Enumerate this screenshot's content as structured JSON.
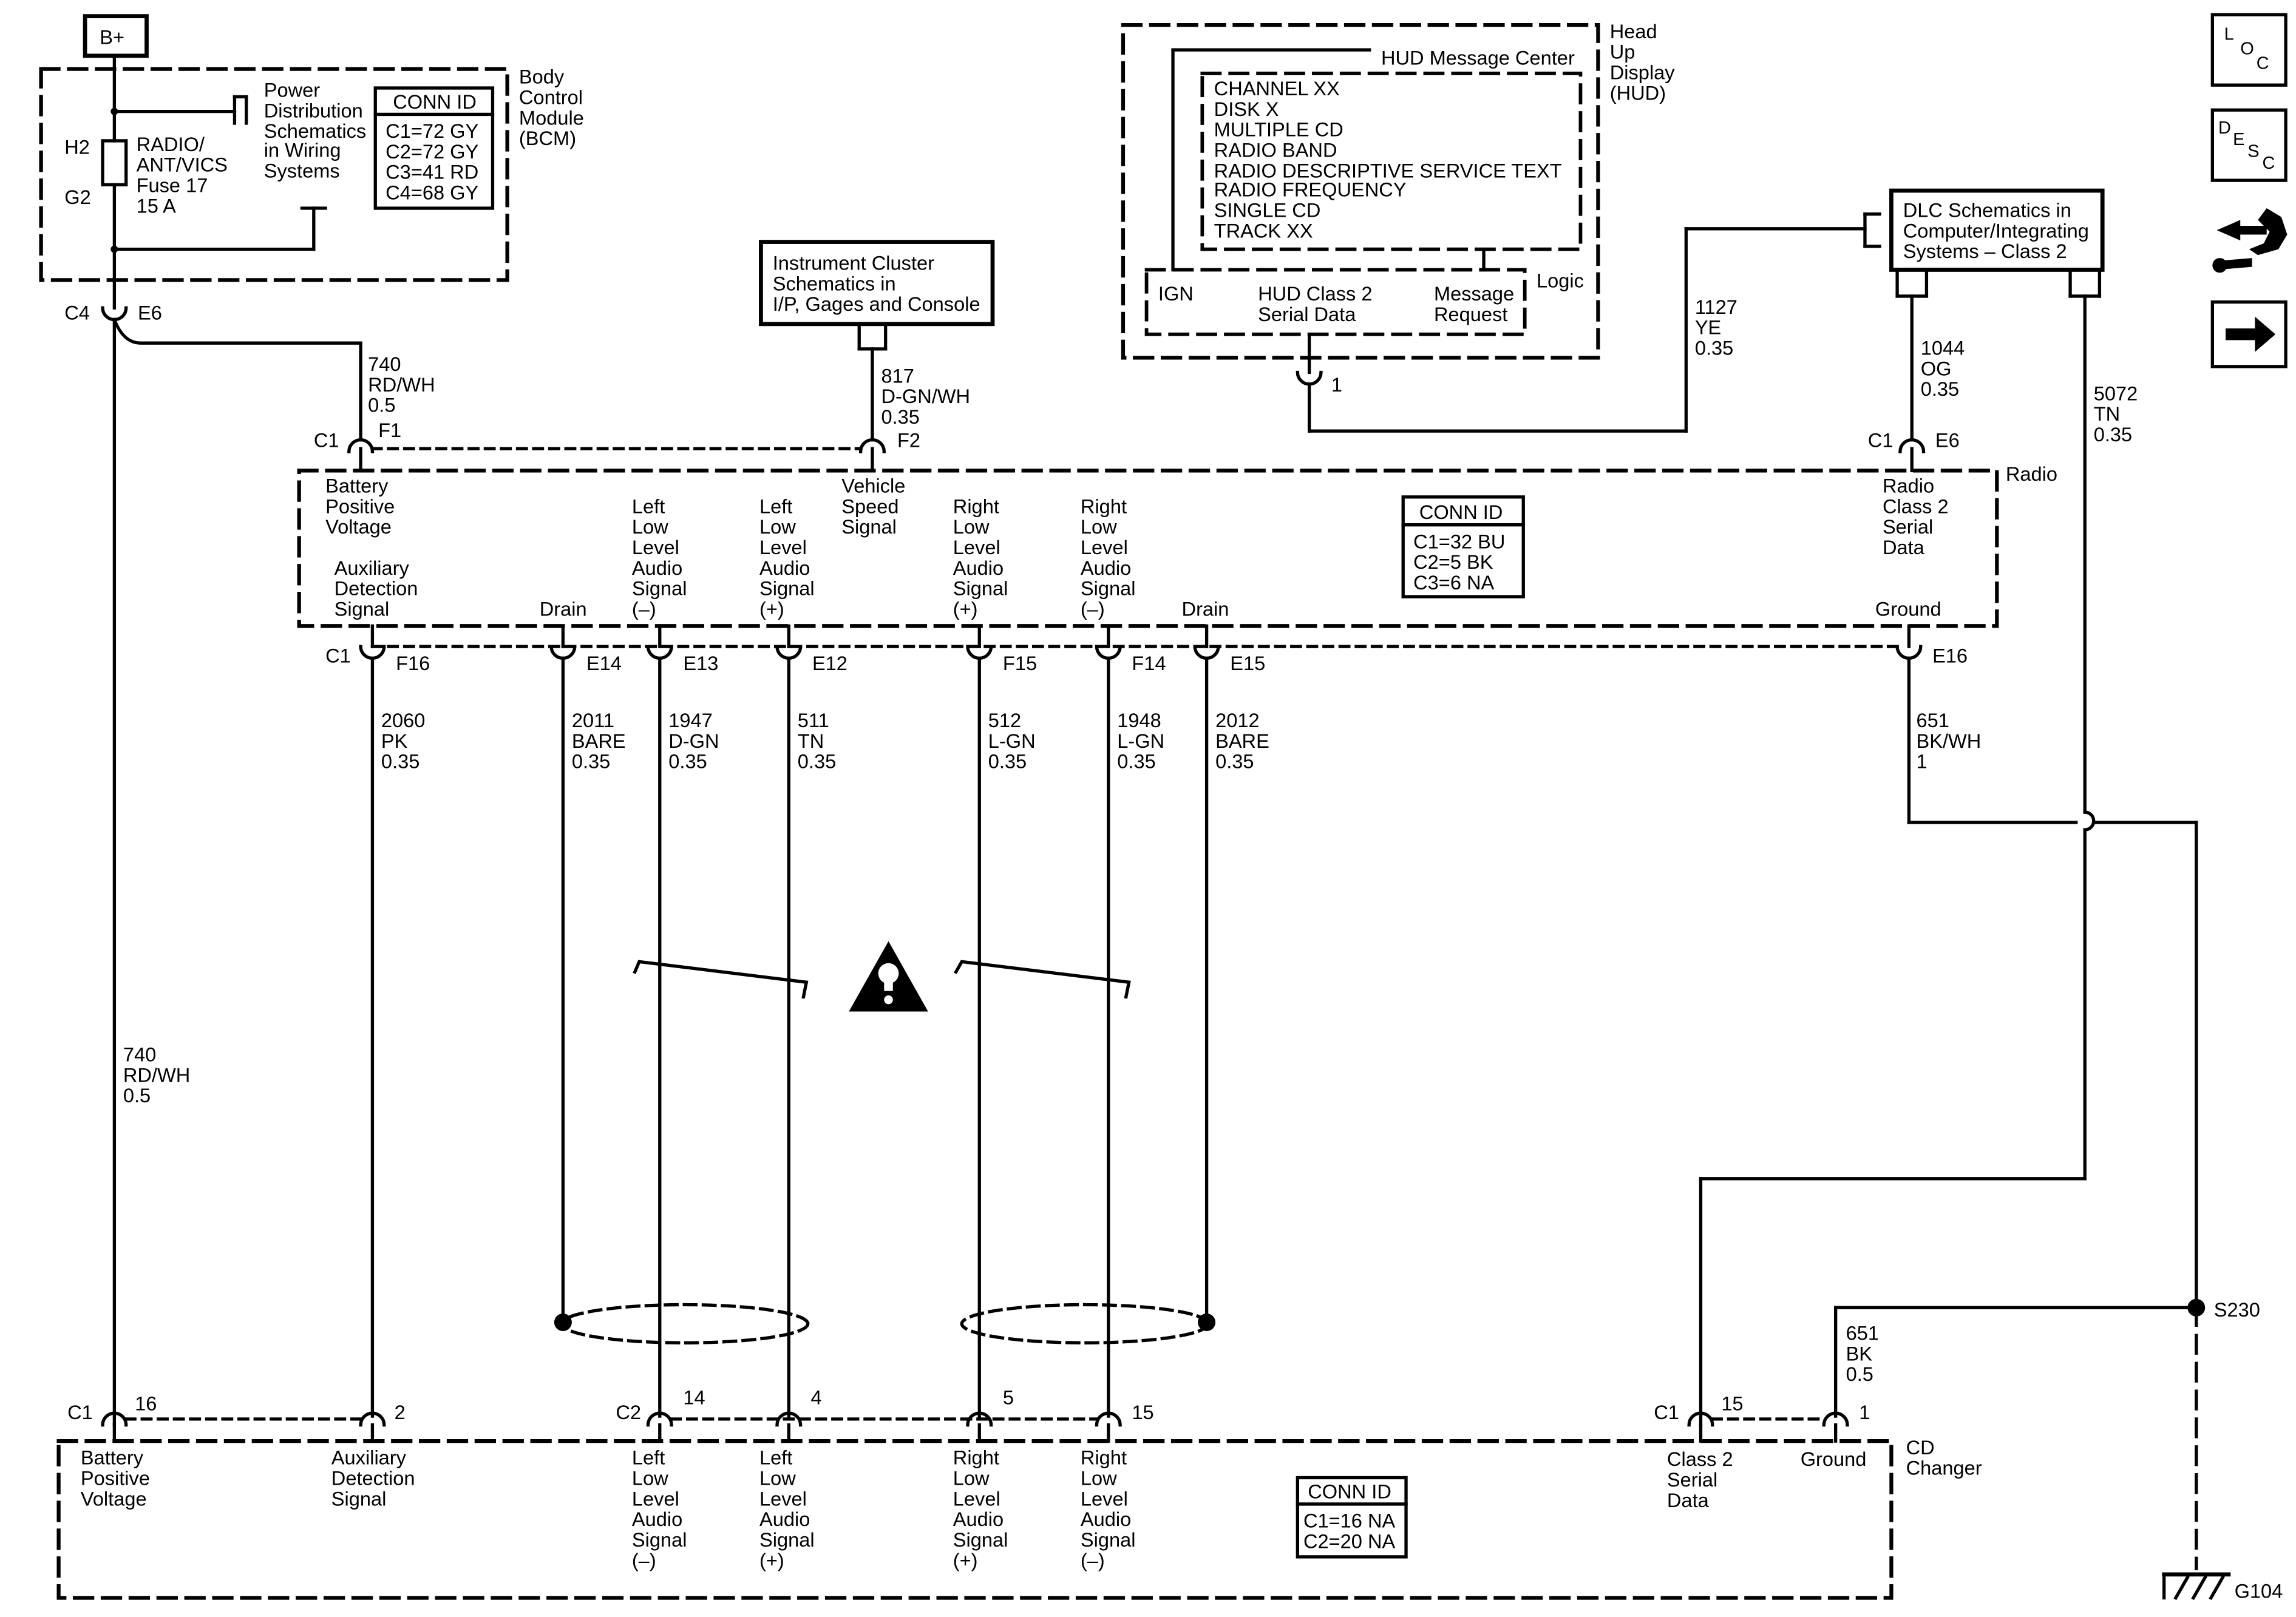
{
  "bplus": "B+",
  "bcm": {
    "title": [
      "Body",
      "Control",
      "Module",
      "(BCM)"
    ],
    "pds": [
      "Power",
      "Distribution",
      "Schematics",
      "in Wiring",
      "Systems"
    ],
    "conn_title": "CONN ID",
    "conn": [
      "C1=72 GY",
      "C2=72 GY",
      "C3=41 RD",
      "C4=68 GY"
    ],
    "fuse": [
      "RADIO/",
      "ANT/VICS",
      "Fuse 17",
      "15 A"
    ],
    "h2": "H2",
    "g2": "G2",
    "c4": "C4",
    "e6": "E6"
  },
  "instrument_cluster": [
    "Instrument Cluster",
    "Schematics in",
    "I/P, Gages and Console"
  ],
  "hud": {
    "title": [
      "Head",
      "Up",
      "Display",
      "(HUD)"
    ],
    "msg_center": "HUD Message Center",
    "messages": [
      "CHANNEL XX",
      "DISK X",
      "MULTIPLE CD",
      "RADIO BAND",
      "RADIO DESCRIPTIVE SERVICE TEXT",
      "RADIO FREQUENCY",
      "SINGLE CD",
      "TRACK XX"
    ],
    "logic": "Logic",
    "ign": "IGN",
    "class2": [
      "HUD Class 2",
      "Serial Data"
    ],
    "msg_req": [
      "Message",
      "Request"
    ],
    "pin": "1"
  },
  "dlc": [
    "DLC Schematics in",
    "Computer/Integrating",
    "Systems – Class 2"
  ],
  "wires_top": {
    "w740": [
      "740",
      "RD/WH",
      "0.5"
    ],
    "w817": [
      "817",
      "D-GN/WH",
      "0.35"
    ],
    "w1127": [
      "1127",
      "YE",
      "0.35"
    ],
    "w1044": [
      "1044",
      "OG",
      "0.35"
    ],
    "w5072": [
      "5072",
      "TN",
      "0.35"
    ]
  },
  "radio": {
    "title": "Radio",
    "c1": "C1",
    "f1": "F1",
    "f2": "F2",
    "c1b": "C1",
    "e6": "E6",
    "battery": [
      "Battery",
      "Positive",
      "Voltage"
    ],
    "aux": [
      "Auxiliary",
      "Detection",
      "Signal"
    ],
    "drain": "Drain",
    "ll_neg": [
      "Left",
      "Low",
      "Level",
      "Audio",
      "Signal",
      "(–)"
    ],
    "ll_pos": [
      "Left",
      "Low",
      "Level",
      "Audio",
      "Signal",
      "(+)"
    ],
    "vss": [
      "Vehicle",
      "Speed",
      "Signal"
    ],
    "rl_pos": [
      "Right",
      "Low",
      "Level",
      "Audio",
      "Signal",
      "(+)"
    ],
    "rl_neg": [
      "Right",
      "Low",
      "Level",
      "Audio",
      "Signal",
      "(–)"
    ],
    "drain2": "Drain",
    "class2": [
      "Radio",
      "Class 2",
      "Serial",
      "Data"
    ],
    "ground": "Ground",
    "conn_title": "CONN ID",
    "conn": [
      "C1=32 BU",
      "C2=5 BK",
      "C3=6 NA"
    ],
    "pins": {
      "c1": "C1",
      "f16": "F16",
      "e14": "E14",
      "e13": "E13",
      "e12": "E12",
      "f15": "F15",
      "f14": "F14",
      "e15": "E15",
      "e16": "E16"
    }
  },
  "wires_mid": {
    "w2060": [
      "2060",
      "PK",
      "0.35"
    ],
    "w2011": [
      "2011",
      "BARE",
      "0.35"
    ],
    "w1947": [
      "1947",
      "D-GN",
      "0.35"
    ],
    "w511": [
      "511",
      "TN",
      "0.35"
    ],
    "w512": [
      "512",
      "L-GN",
      "0.35"
    ],
    "w1948": [
      "1948",
      "L-GN",
      "0.35"
    ],
    "w2012": [
      "2012",
      "BARE",
      "0.35"
    ],
    "w651a": [
      "651",
      "BK/WH",
      "1"
    ],
    "w740b": [
      "740",
      "RD/WH",
      "0.5"
    ],
    "w651b": [
      "651",
      "BK",
      "0.5"
    ]
  },
  "s230": "S230",
  "g104": "G104",
  "cd": {
    "title": [
      "CD",
      "Changer"
    ],
    "battery": [
      "Battery",
      "Positive",
      "Voltage"
    ],
    "aux": [
      "Auxiliary",
      "Detection",
      "Signal"
    ],
    "ll_neg": [
      "Left",
      "Low",
      "Level",
      "Audio",
      "Signal",
      "(–)"
    ],
    "ll_pos": [
      "Left",
      "Low",
      "Level",
      "Audio",
      "Signal",
      "(+)"
    ],
    "rl_pos": [
      "Right",
      "Low",
      "Level",
      "Audio",
      "Signal",
      "(+)"
    ],
    "rl_neg": [
      "Right",
      "Low",
      "Level",
      "Audio",
      "Signal",
      "(–)"
    ],
    "class2": [
      "Class 2",
      "Serial",
      "Data"
    ],
    "ground": "Ground",
    "conn_title": "CONN ID",
    "conn": [
      "C1=16 NA",
      "C2=20 NA"
    ],
    "pins": {
      "c1": "C1",
      "p16": "16",
      "p2": "2",
      "c2": "C2",
      "p14": "14",
      "p4": "4",
      "p5": "5",
      "p15": "15",
      "c1b": "C1",
      "p15b": "15",
      "p1": "1"
    }
  },
  "side_icons": {
    "loc": [
      "L",
      "O",
      "C"
    ],
    "desc": [
      "D",
      "E",
      "S",
      "C"
    ]
  }
}
